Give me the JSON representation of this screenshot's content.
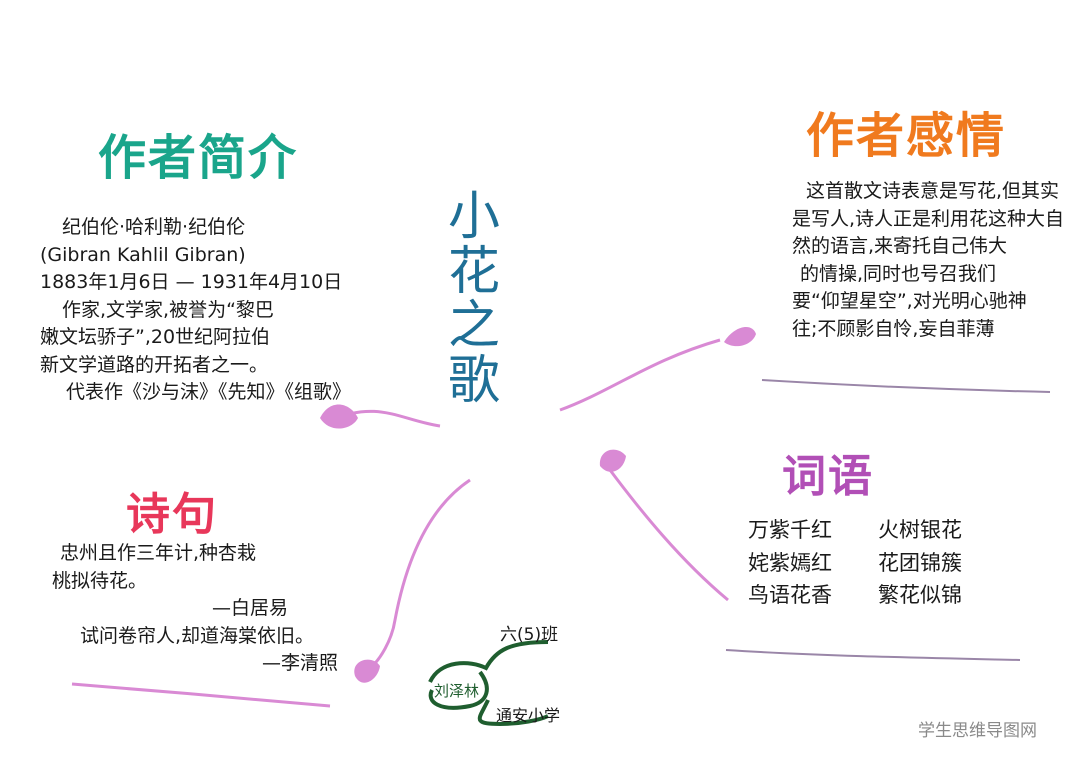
{
  "center_title": [
    "小",
    "花",
    "之",
    "歌"
  ],
  "author_intro": {
    "heading": "作者简介",
    "lines": [
      "纪伯伦·哈利勒·纪伯伦",
      "(Gibran Kahlil Gibran)",
      "1883年1月6日 — 1931年4月10日",
      "作家,文学家,被誉为“黎巴",
      "嫩文坛骄子”,20世纪阿拉伯",
      "新文学道路的开拓者之一。",
      "代表作《沙与沫》《先知》《组歌》"
    ]
  },
  "poems": {
    "heading": "诗句",
    "lines": [
      "忠州且作三年计,种杏栽",
      "桃拟待花。"
    ],
    "author1": "—白居易",
    "line2": "试问卷帘人,却道海棠依旧。",
    "author2": "—李清照"
  },
  "emotion": {
    "heading": "作者感情",
    "lines": [
      "这首散文诗表意是写花,但其实",
      "是写人,诗人正是利用花这种大自",
      "然的语言,来寄托自己伟大",
      "的情操,同时也号召我们",
      "要“仰望星空”,对光明心驰神",
      "往;不顾影自怜,妄自菲薄"
    ]
  },
  "words": {
    "heading": "词语",
    "left": [
      "万紫千红",
      "姹紫嫣红",
      "鸟语花香"
    ],
    "right": [
      "火树银花",
      "花团锦簇",
      "繁花似锦"
    ]
  },
  "signature": {
    "date": "六(5)班",
    "name": "刘泽林",
    "school": "通安小学"
  },
  "watermark": "学生思维导图网",
  "colors": {
    "branch": "#d98ad4",
    "author_heading": "#1aa58b",
    "poem_heading": "#e8375a",
    "emotion_heading": "#f07a1e",
    "words_heading": "#b14fb6",
    "title": "#1f6f96",
    "signature": "#1f5e2f"
  }
}
